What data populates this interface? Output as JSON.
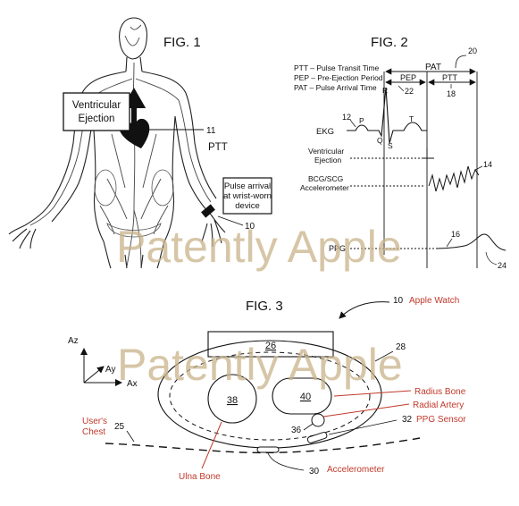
{
  "fig1": {
    "title": "FIG. 1",
    "ventricular_ejection": [
      "Ventricular",
      "Ejection"
    ],
    "ref_11": "11",
    "ptt": "PTT",
    "pulse_arrival": [
      "Pulse arrival",
      "at wrist-worn",
      "device"
    ],
    "ref_10": "10"
  },
  "fig2": {
    "title": "FIG. 2",
    "legend": [
      "PTT – Pulse Transit Time",
      "PEP – Pre-Ejection Period",
      "PAT – Pulse Arrival Time"
    ],
    "ref_20": "20",
    "pat": "PAT",
    "pep": "PEP",
    "ptt": "PTT",
    "ref_22": "22",
    "ref_18": "18",
    "wave_r": "R",
    "wave_p": "P",
    "wave_t": "T",
    "wave_q": "Q",
    "wave_s": "S",
    "ref_12": "12",
    "ekg": "EKG",
    "ventricular_ejection": [
      "Ventricular",
      "Ejection"
    ],
    "bcg_scg": [
      "BCG/SCG",
      "Accelerometer"
    ],
    "ref_14": "14",
    "ppg": "PPG",
    "ref_16": "16",
    "ref_24": "24"
  },
  "fig3": {
    "title": "FIG. 3",
    "ref_10": "10",
    "apple_watch": "Apple Watch",
    "ref_26": "26",
    "ref_28": "28",
    "axis_az": "Az",
    "axis_ay": "Ay",
    "axis_ax": "Ax",
    "ref_38": "38",
    "ref_40": "40",
    "radius_bone": "Radius Bone",
    "radial_artery": "Radial Artery",
    "ref_32": "32",
    "ppg_sensor": "PPG Sensor",
    "ref_36": "36",
    "users_chest": [
      "User's",
      "Chest"
    ],
    "ref_25": "25",
    "ulna_bone": "Ulna Bone",
    "ref_30": "30",
    "accelerometer": "Accelerometer"
  },
  "watermark": "Patently Apple",
  "colors": {
    "ink": "#111111",
    "annotation": "#c0392b",
    "watermark": "#c9b48a"
  }
}
